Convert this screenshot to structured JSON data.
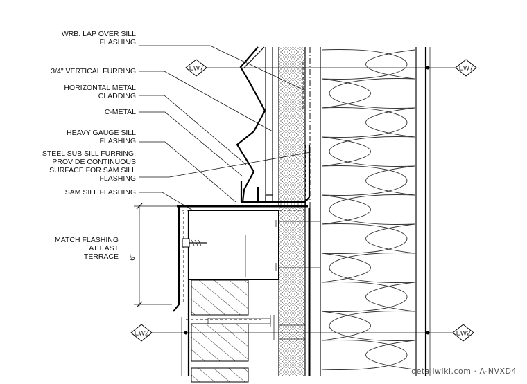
{
  "labels": {
    "wrb_lap": [
      "WRB. LAP OVER SILL",
      "FLASHING"
    ],
    "vertical_furring": [
      "3/4\" VERTICAL FURRING"
    ],
    "horizontal_cladding": [
      "HORIZONTAL METAL",
      "CLADDING"
    ],
    "c_metal": [
      "C-METAL"
    ],
    "heavy_gauge": [
      "HEAVY GAUGE SILL",
      "FLASHING"
    ],
    "steel_sub_sill": [
      "STEEL SUB SILL FURRING.",
      "PROVIDE CONTINUOUS",
      "SURFACE FOR SAM SILL",
      "FLASHING"
    ],
    "sam_sill": [
      "SAM SILL FLASHING"
    ],
    "match_flashing": [
      "MATCH FLASHING",
      "AT EAST",
      "TERRACE"
    ]
  },
  "dimension": {
    "text": "6\""
  },
  "tags": {
    "ew7_left": "EW7",
    "ew7_right": "EW7",
    "ew2_left": "EW2",
    "ew2_right": "EW2"
  },
  "watermark": "detailwiki.com · A-NVXD4"
}
